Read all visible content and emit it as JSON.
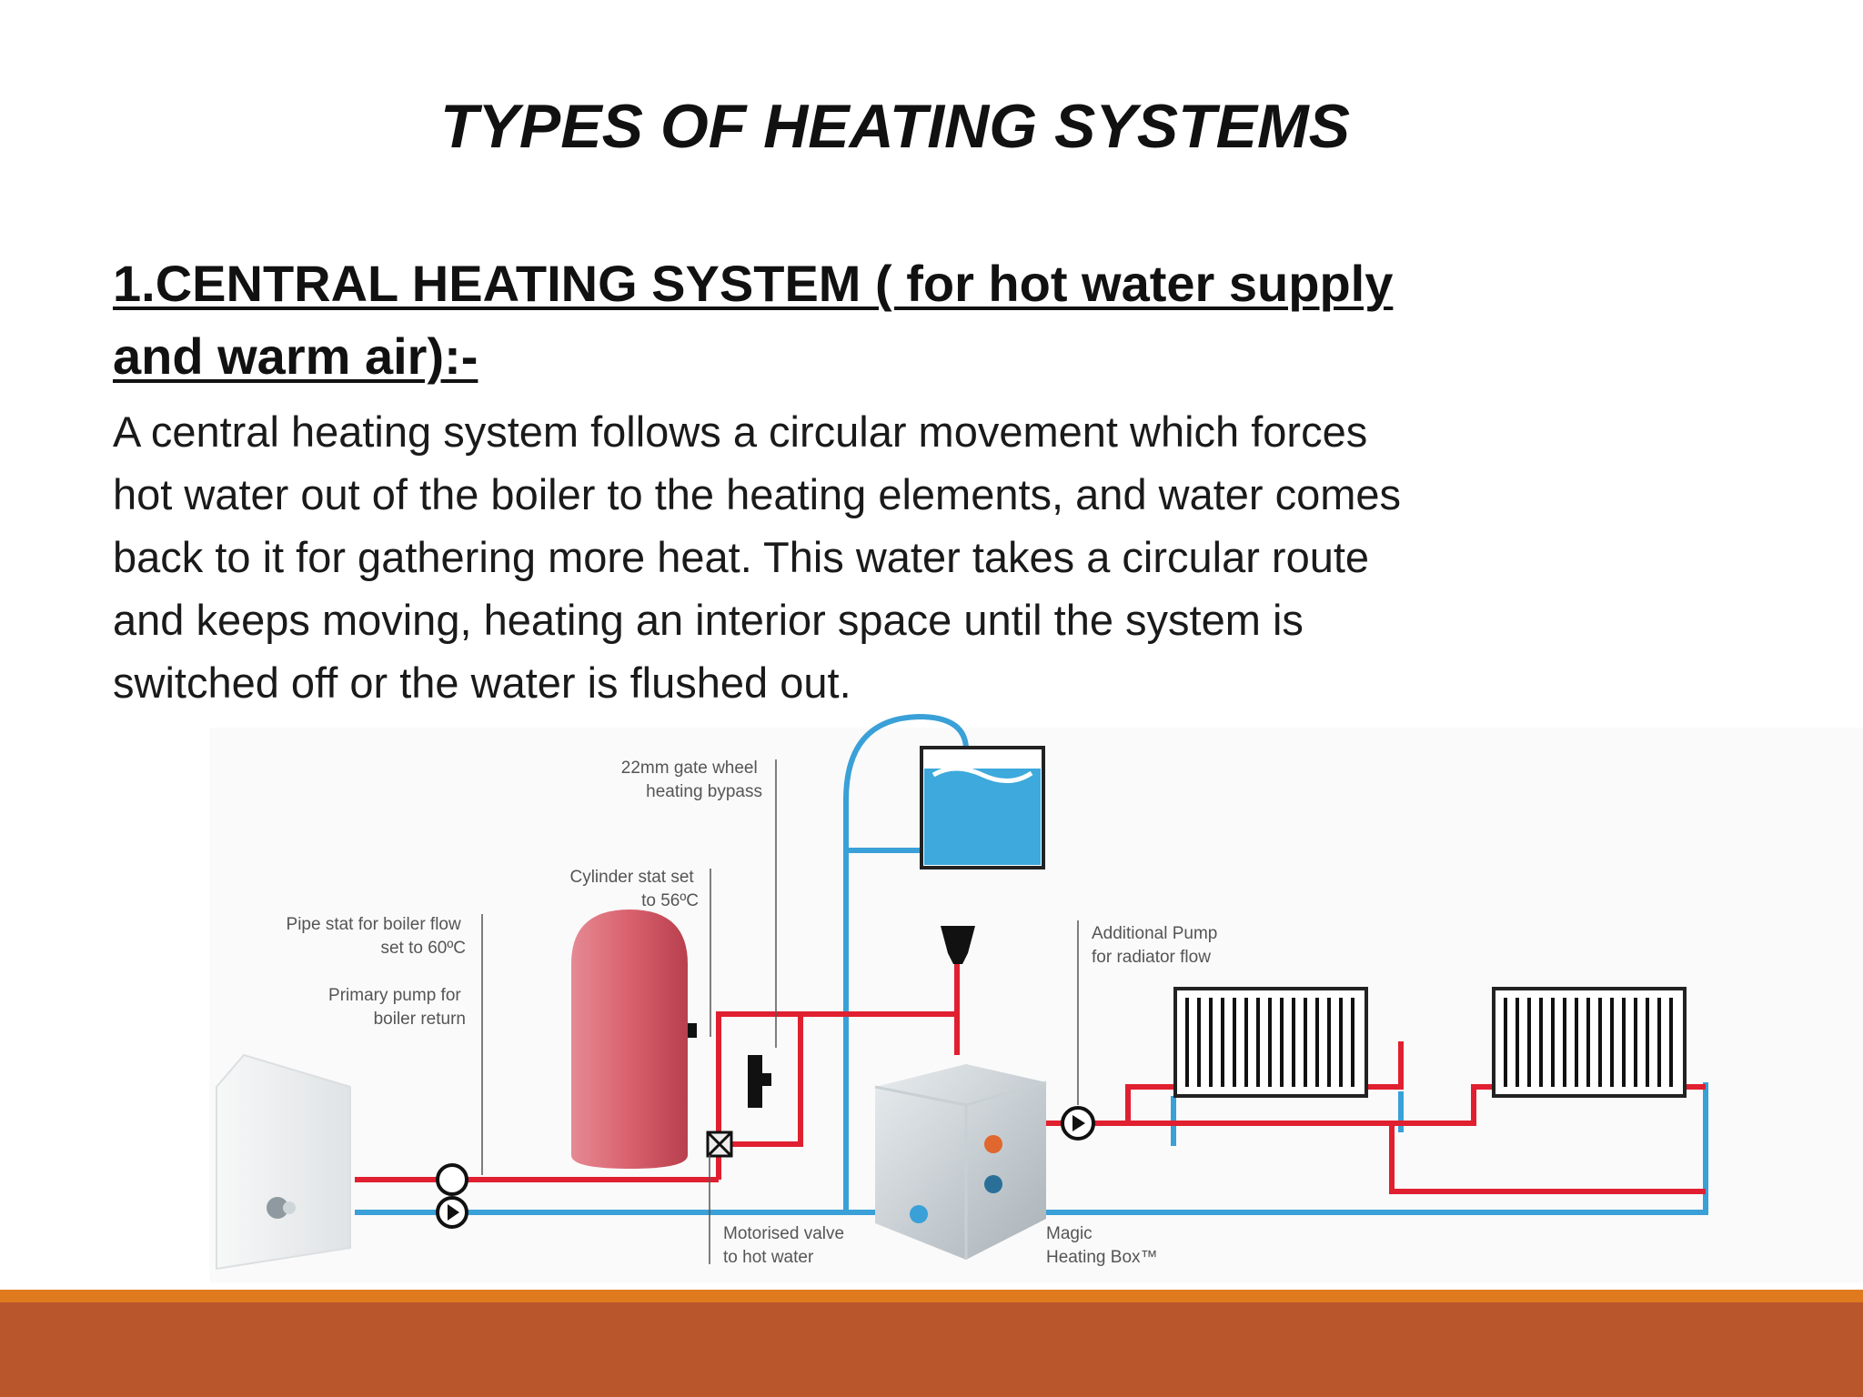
{
  "slide": {
    "title": "TYPES OF HEATING SYSTEMS",
    "heading_line1": "1.CENTRAL HEATING SYSTEM ( for hot water supply",
    "heading_line2": "and warm air):-",
    "body_lines": [
      "A central heating system follows a circular movement which forces",
      "hot water out of the boiler to the heating elements, and water comes",
      "back to it for gathering more heat. This water takes a circular route",
      "and keeps moving, heating an interior space until the system is",
      "switched off or the water is flushed out."
    ]
  },
  "diagram": {
    "labels": {
      "bypass_line1": "22mm gate wheel",
      "bypass_line2": "heating bypass",
      "cyl_stat_line1": "Cylinder stat set",
      "cyl_stat_line2": "to 56ºC",
      "pipe_stat_line1": "Pipe stat for boiler flow",
      "pipe_stat_line2": "set to 60ºC",
      "primary_pump_line1": "Primary pump for",
      "primary_pump_line2": "boiler return",
      "add_pump_line1": "Additional Pump",
      "add_pump_line2": "for radiator flow",
      "motor_valve_line1": "Motorised valve",
      "motor_valve_line2": "to hot water",
      "magic_line1": "Magic",
      "magic_line2": "Heating Box™"
    },
    "colors": {
      "flow_pipe": "#e02030",
      "return_pipe": "#3aa0d8",
      "tank_water": "#3da9dc",
      "cylinder": "#d9616d"
    }
  },
  "footer": {
    "accent_color": "#e07a1f",
    "bar_color": "#b9562c"
  }
}
